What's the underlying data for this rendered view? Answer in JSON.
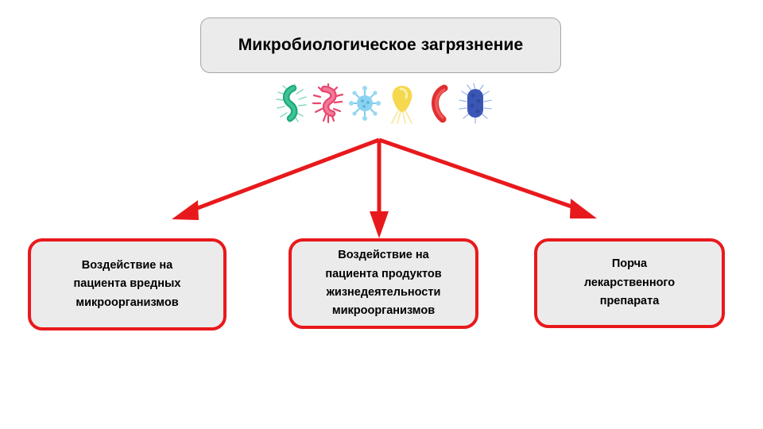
{
  "diagram": {
    "title": "Микробиологическое загрязнение",
    "accent_color": "#e8191c",
    "box_fill_color": "#ebebeb",
    "root": {
      "label": "Микробиологическое загрязнение"
    },
    "icons": [
      {
        "name": "spirillum-bacterium-icon",
        "color": "#1fa97a",
        "label": "спирилла"
      },
      {
        "name": "spiky-bacterium-icon",
        "color": "#e8486f",
        "label": "бактерия со жгутиками"
      },
      {
        "name": "virus-icon",
        "color": "#6ec6ea",
        "label": "вирус"
      },
      {
        "name": "flagellate-protozoa-icon",
        "color": "#f5d84f",
        "label": "простейшее со жгутиками"
      },
      {
        "name": "vibrio-bacterium-icon",
        "color": "#e03030",
        "label": "вибрион"
      },
      {
        "name": "bacillus-bacterium-icon",
        "color": "#3b57b5",
        "label": "бацилла"
      }
    ],
    "arrows": [
      {
        "name": "arrow-to-left-outcome",
        "color": "#e8191c"
      },
      {
        "name": "arrow-to-middle-outcome",
        "color": "#e8191c"
      },
      {
        "name": "arrow-to-right-outcome",
        "color": "#e8191c"
      }
    ],
    "outcomes": [
      {
        "id": "left",
        "text": "Воздействие на пациента вредных микроорганизмов",
        "lines": [
          "Воздействие на",
          "пациента вредных",
          "микроорганизмов"
        ]
      },
      {
        "id": "middle",
        "text": "Воздействие на пациента продуктов жизнедеятельности микроорганизмов",
        "lines": [
          "Воздействие на",
          "пациента продуктов",
          "жизнедеятельности",
          "микроорганизмов"
        ]
      },
      {
        "id": "right",
        "text": "Порча лекарственного препарата",
        "lines": [
          "Порча",
          "лекарственного",
          "препарата"
        ]
      }
    ]
  }
}
